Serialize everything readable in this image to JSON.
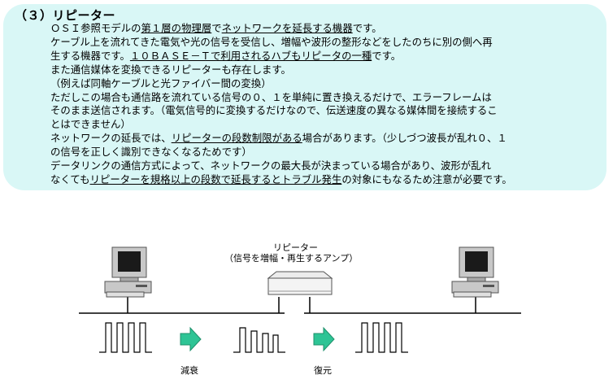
{
  "section": {
    "title": "（３）リピーター",
    "lines": [
      [
        {
          "t": "ＯＳＩ参照モデルの"
        },
        {
          "t": "第１層の物理層",
          "u": true
        },
        {
          "t": "で"
        },
        {
          "t": "ネットワークを延長する機器",
          "u": true
        },
        {
          "t": "です。"
        }
      ],
      [
        {
          "t": "ケーブル上を流れてきた電気や光の信号を受信し、増幅や波形の整形などをしたのちに別の側へ再"
        }
      ],
      [
        {
          "t": "生する機器です。"
        },
        {
          "t": "１０ＢＡＳＥ－Ｔで利用されるハブもリピータの一種",
          "u": true
        },
        {
          "t": "です。"
        }
      ],
      [
        {
          "t": "また通信媒体を変換できるリピーターも存在します。"
        }
      ],
      [
        {
          "t": "（例えば同軸ケーブルと光ファイバー間の変換）"
        }
      ],
      [
        {
          "t": "ただしこの場合も通信路を流れている信号の０、１を単純に置き換えるだけで、エラーフレームは"
        }
      ],
      [
        {
          "t": "そのまま送信されます。（電気信号的に変換するだけなので、伝送速度の異なる媒体間を接続するこ"
        }
      ],
      [
        {
          "t": "とはできません）"
        }
      ],
      [
        {
          "t": "ネットワークの延長では、"
        },
        {
          "t": "リピーターの段数制限がある",
          "u": true
        },
        {
          "t": "場合があります。（少しづつ波長が乱れ０、１"
        }
      ],
      [
        {
          "t": "の信号を正しく識別できなくなるためです）"
        }
      ],
      [
        {
          "t": "データリンクの通信方式によって、ネットワークの最大長が決まっている場合があり、波形が乱れ"
        }
      ],
      [
        {
          "t": "なくても"
        },
        {
          "t": "リピーターを規格以上の段数で延長するとトラブル発生",
          "u": true
        },
        {
          "t": "の対象にもなるため注意が必要です。"
        }
      ]
    ]
  },
  "diagram": {
    "repeater_label": "リピーター",
    "repeater_sublabel": "（信号を増幅・再生するアンプ）",
    "attenuation_label": "減衰",
    "restore_label": "復元",
    "arrow_color": "#2ec495",
    "device_color": "#c8c8c8",
    "screen_color": "#1a1a1a"
  }
}
